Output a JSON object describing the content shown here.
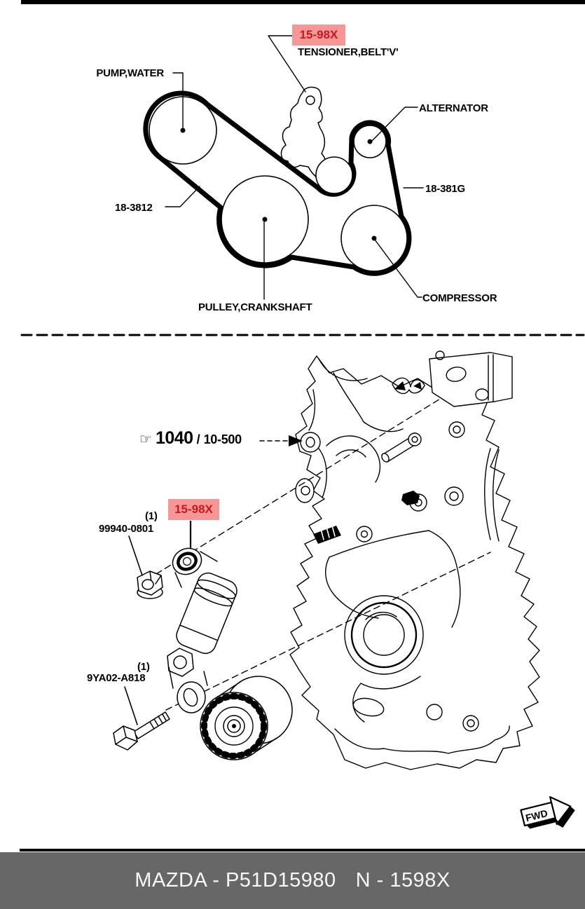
{
  "belt_diagram": {
    "highlight_code": "15-98X",
    "highlight_name": "TENSIONER,BELT'V'",
    "labels": {
      "water_pump": "PUMP,WATER",
      "alternator": "ALTERNATOR",
      "belt_left": "18-3812",
      "belt_right": "18-381G",
      "crankshaft": "PULLEY,CRANKSHAFT",
      "compressor": "COMPRESSOR"
    }
  },
  "assembly_diagram": {
    "reference": {
      "icon": "☞",
      "code": "1040",
      "separator": "/",
      "section": "10-500"
    },
    "highlight_code": "15-98X",
    "nut": {
      "qty": "(1)",
      "part": "99940-0801"
    },
    "bolt": {
      "qty": "(1)",
      "part": "9YA02-A818"
    },
    "fwd_label": "FWD"
  },
  "footer": {
    "left": "MAZDA - P51D15980",
    "right": "N - 1598X"
  },
  "colors": {
    "highlight_bg": "#f59697",
    "highlight_text": "#c81920",
    "footer_bg": "#676767",
    "footer_text": "#f8f8f8",
    "line": "#000000"
  }
}
